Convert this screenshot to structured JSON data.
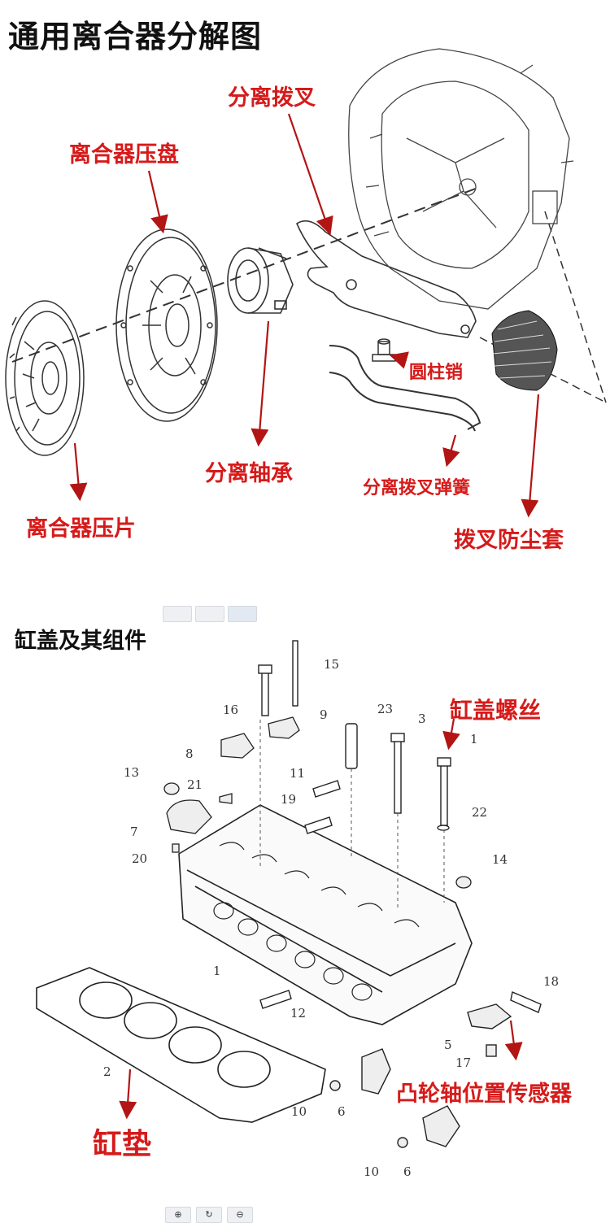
{
  "section1": {
    "title": "通用离合器分解图",
    "labels": {
      "fork": "分离拨叉",
      "pressure_plate": "离合器压盘",
      "pin": "圆柱销",
      "release_bearing": "分离轴承",
      "fork_spring": "分离拨叉弹簧",
      "clutch_disc": "离合器压片",
      "dust_boot": "拨叉防尘套"
    }
  },
  "section2": {
    "title": "缸盖及其组件",
    "labels": {
      "head_bolt": "缸盖螺丝",
      "camshaft_sensor": "凸轮轴位置传感器",
      "gasket": "缸垫"
    },
    "part_numbers": [
      "15",
      "16",
      "9",
      "23",
      "3",
      "1",
      "8",
      "13",
      "21",
      "11",
      "22",
      "19",
      "7",
      "20",
      "14",
      "1",
      "18",
      "12",
      "5",
      "17",
      "2",
      "10",
      "6",
      "10",
      "6"
    ]
  },
  "viewer_toolbar": {
    "buttons": [
      {
        "icon": "zoom-in-icon",
        "glyph": "⊕"
      },
      {
        "icon": "rotate-icon",
        "glyph": "↻"
      },
      {
        "icon": "zoom-out-icon",
        "glyph": "⊖"
      }
    ]
  },
  "colors": {
    "label_red": "#d61a1a",
    "line": "#333333",
    "arrow": "#b31414"
  }
}
